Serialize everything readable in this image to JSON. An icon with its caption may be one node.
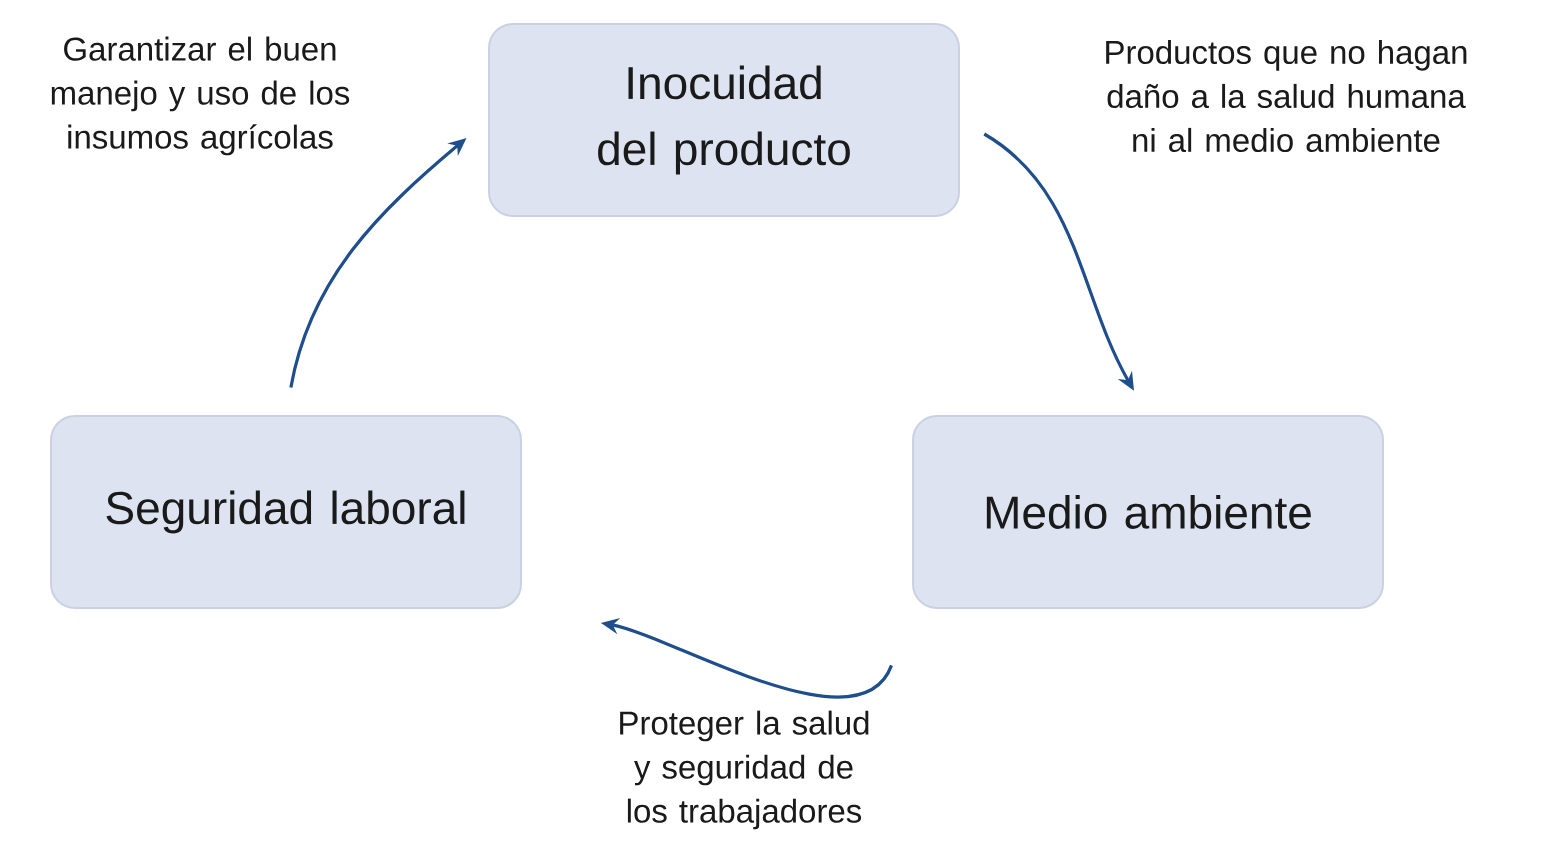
{
  "diagram": {
    "nodes": [
      {
        "text": [
          "Inocuidad del producto"
        ]
      },
      {
        "text": [
          "Medio ambiente"
        ]
      },
      {
        "text": [
          "Seguridad laboral"
        ]
      }
    ],
    "edges": [
      {
        "from": 2,
        "to": 0,
        "arrow": "to"
      },
      {
        "from": 0,
        "to": 1,
        "arrow": "to"
      },
      {
        "from": 1,
        "to": 2,
        "arrow": "to"
      }
    ],
    "labels": [
      "Garantizar el buen manejo y uso de los insumos agrícolas",
      "Productos que no hagan daño a la salud humana ni al medio ambiente",
      "Proteger la salud y seguridad de los trabajadores"
    ]
  }
}
